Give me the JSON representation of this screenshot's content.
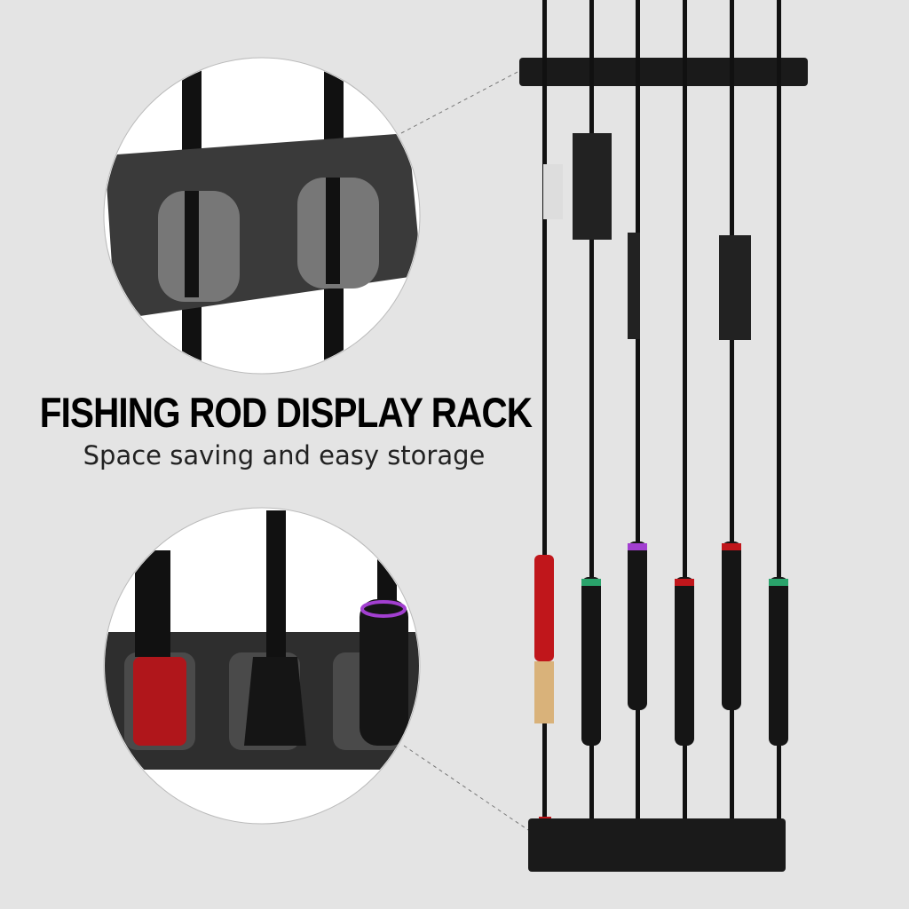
{
  "headline": "FISHING ROD DISPLAY RACK",
  "tagline": "Space saving and easy storage",
  "colors": {
    "background": "#e4e4e4",
    "rack": "#1a1a1a",
    "rod": "#111111",
    "accent_red": "#c0161b",
    "cork": "#d9b27a"
  },
  "rods": [
    {
      "handle": "red-casting"
    },
    {
      "handle": "black-green"
    },
    {
      "handle": "black-purple"
    },
    {
      "handle": "black-red"
    },
    {
      "handle": "black-red"
    },
    {
      "handle": "black-green"
    }
  ]
}
